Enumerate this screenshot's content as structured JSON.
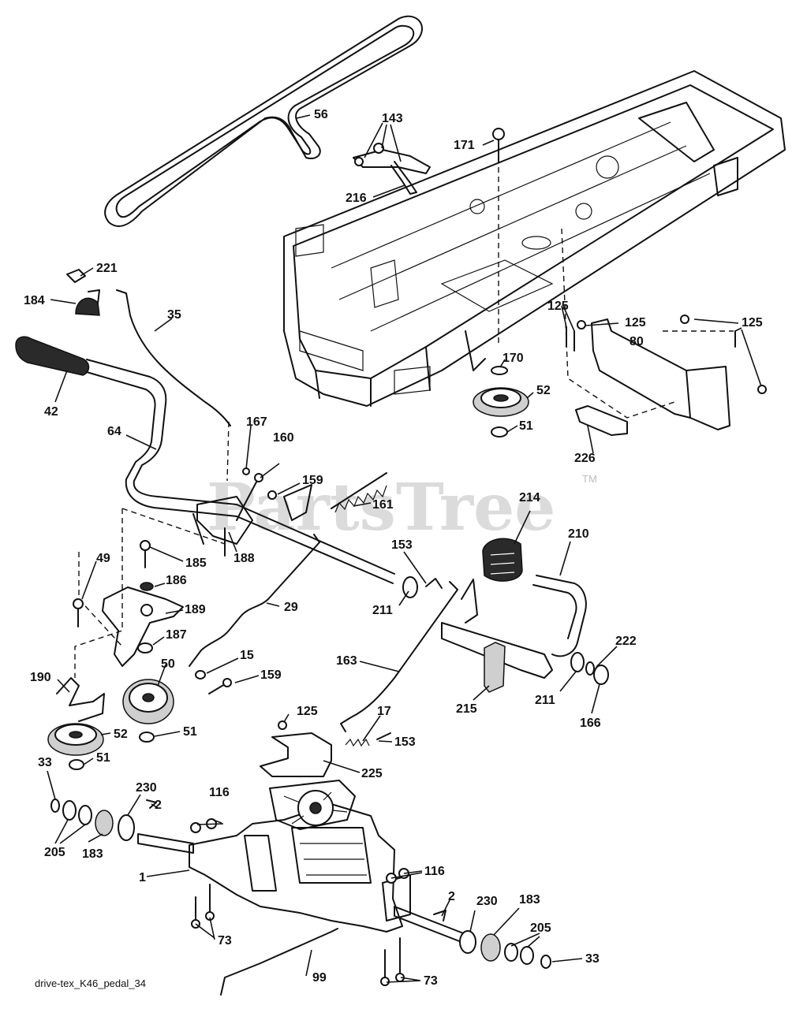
{
  "diagram": {
    "caption": "drive-tex_K46_pedal_34",
    "watermark": "PartsTree",
    "watermark_mark": "TM"
  },
  "callouts": {
    "c56": "56",
    "c143": "143",
    "c171": "171",
    "c216": "216",
    "c221": "221",
    "c184": "184",
    "c35": "35",
    "c42": "42",
    "c125a": "125",
    "c125b": "125",
    "c125c": "125",
    "c80": "80",
    "c170": "170",
    "c52a": "52",
    "c51a": "51",
    "c226": "226",
    "c64": "64",
    "c167": "167",
    "c160": "160",
    "c159a": "159",
    "c161": "161",
    "c214": "214",
    "c210": "210",
    "c188": "188",
    "c185": "185",
    "c49": "49",
    "c186": "186",
    "c189": "189",
    "c29": "29",
    "c153a": "153",
    "c211a": "211",
    "c187": "187",
    "c50": "50",
    "c15": "15",
    "c159b": "159",
    "c163": "163",
    "c222": "222",
    "c211b": "211",
    "c166": "166",
    "c215": "215",
    "c190": "190",
    "c52b": "52",
    "c51b": "51",
    "c51c": "51",
    "c125d": "125",
    "c17": "17",
    "c153b": "153",
    "c225": "225",
    "c33a": "33",
    "c230a": "230",
    "c116a": "116",
    "c2a": "2",
    "c205a": "205",
    "c183a": "183",
    "c1": "1",
    "c116b": "116",
    "c2b": "2",
    "c230b": "230",
    "c183b": "183",
    "c205b": "205",
    "c73a": "73",
    "c33b": "33",
    "c99": "99",
    "c73b": "73"
  }
}
